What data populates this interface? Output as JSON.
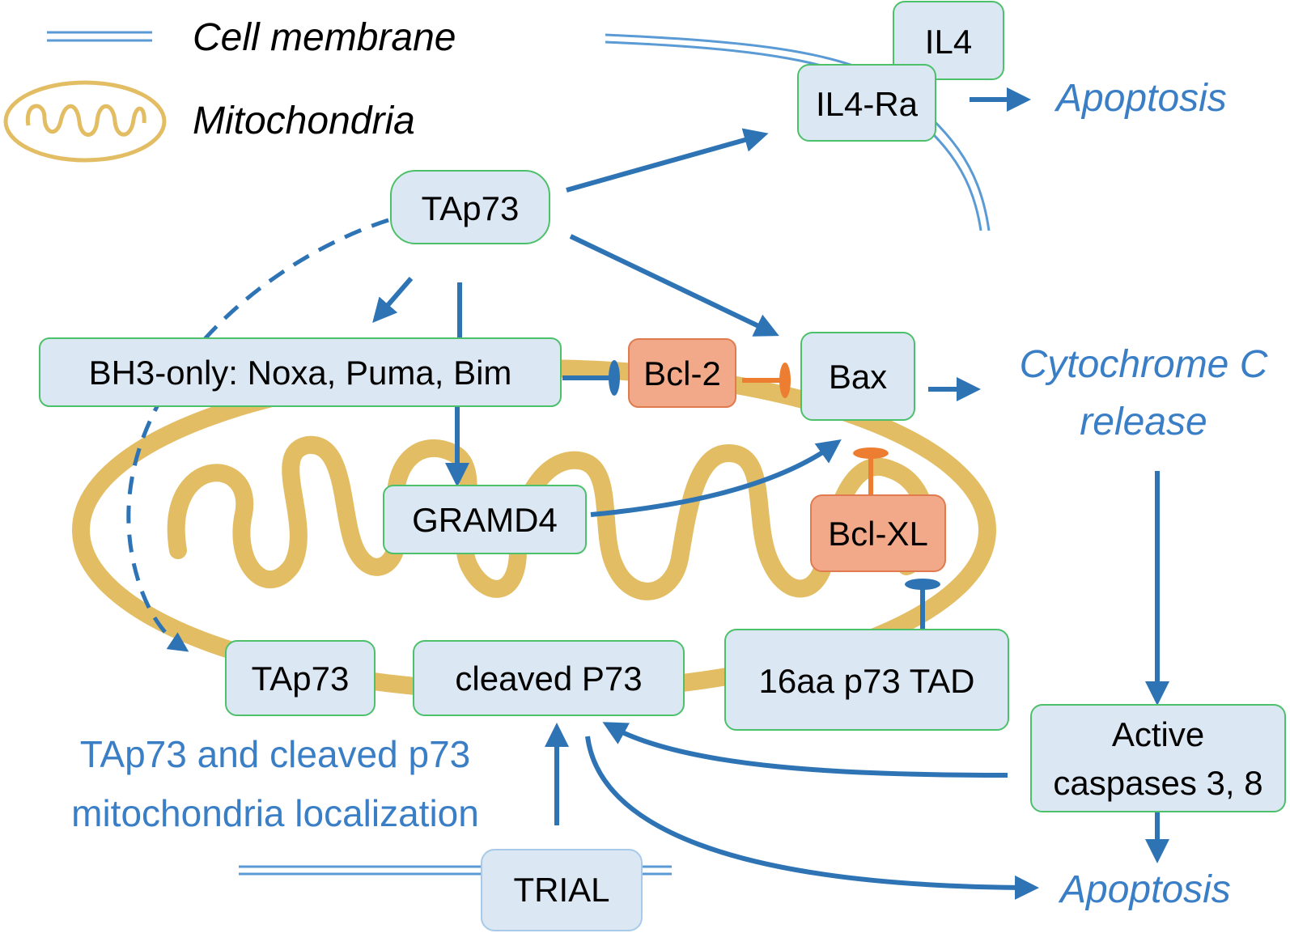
{
  "legend": {
    "membrane_label": "Cell membrane",
    "mitochondria_label": "Mitochondria"
  },
  "nodes": {
    "il4": "IL4",
    "il4ra": "IL4-Ra",
    "tap73_top": "TAp73",
    "bh3": "BH3-only: Noxa,  Puma, Bim",
    "bcl2": "Bcl-2",
    "bax": "Bax",
    "gramd4": "GRAMD4",
    "bclxl": "Bcl-XL",
    "tap73_mito": "TAp73",
    "cleaved_p73": "cleaved P73",
    "tad": "16aa p73 TAD",
    "caspases_line1": "Active",
    "caspases_line2": "caspases 3, 8",
    "trial": "TRIAL"
  },
  "outcomes": {
    "apoptosis_top": "Apoptosis",
    "cytochrome_line1": "Cytochrome C",
    "cytochrome_line2": "release",
    "apoptosis_bottom": "Apoptosis"
  },
  "caption": {
    "line1": "TAp73 and cleaved p73",
    "line2": "mitochondria localization"
  },
  "colors": {
    "arrow_blue": "#2e74b5",
    "inhibit_orange": "#ed7d31",
    "node_fill": "#dbe7f3",
    "node_border": "#4cc06a",
    "antiapoptotic_fill": "#f2a98a",
    "mitochondria": "#e3bd63",
    "membrane": "#5b9bd5"
  }
}
